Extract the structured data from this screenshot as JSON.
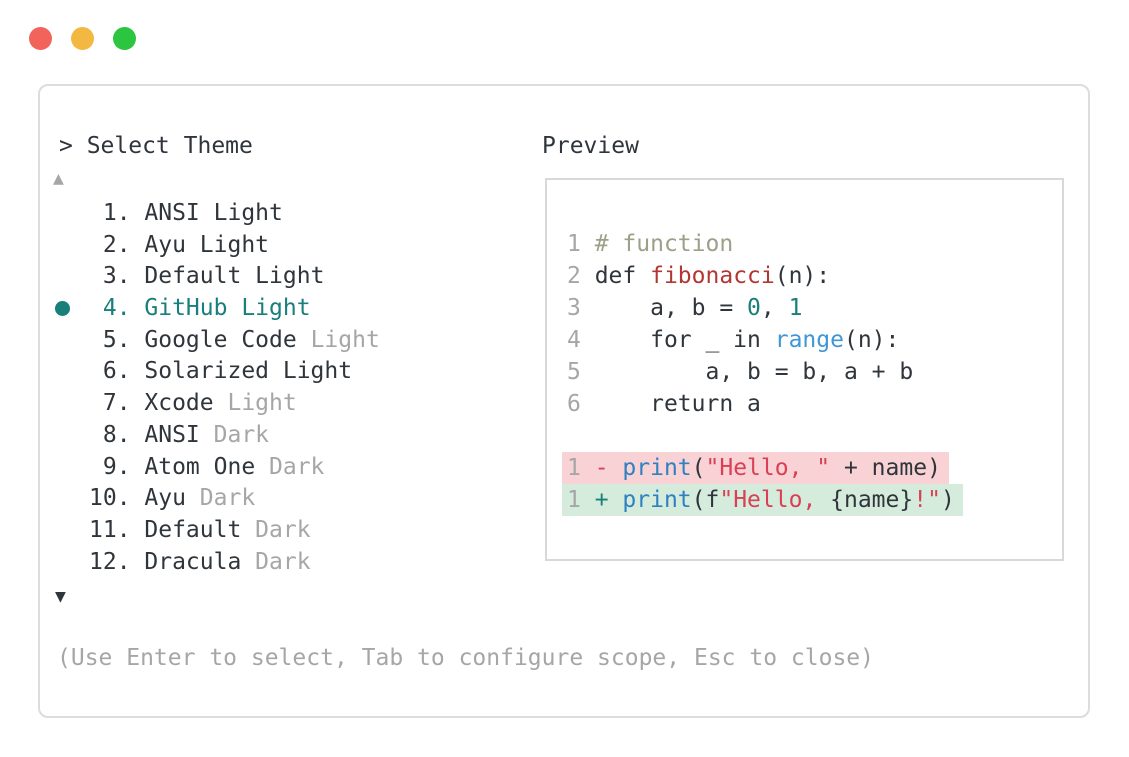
{
  "colors": {
    "traffic_red": "#f2635b",
    "traffic_yellow": "#f3b841",
    "traffic_green": "#2bc53f",
    "dark": "#2f353b",
    "gray": "#a6a6a6",
    "teal": "#187f7b",
    "comment": "#9ba189",
    "func": "#b23732",
    "string": "#d94056",
    "blue": "#2e80c2",
    "skyblue": "#4196d6",
    "pink_bg": "#f8d2d4",
    "green_bg": "#d5ecdc"
  },
  "picker": {
    "title": "> Select Theme",
    "scroll_up": "▲",
    "scroll_down": "▼",
    "help_text": "(Use Enter to select, Tab to configure scope, Esc to close)",
    "items": [
      {
        "num": " 1.",
        "name": "ANSI",
        "suffix": "Light",
        "suffix_color": "dark",
        "selected": false
      },
      {
        "num": " 2.",
        "name": "Ayu",
        "suffix": "Light",
        "suffix_color": "dark",
        "selected": false
      },
      {
        "num": " 3.",
        "name": "Default",
        "suffix": "Light",
        "suffix_color": "dark",
        "selected": false
      },
      {
        "num": " 4.",
        "name": "GitHub",
        "suffix": "Light",
        "suffix_color": "teal",
        "selected": true
      },
      {
        "num": " 5.",
        "name": "Google Code",
        "suffix": "Light",
        "suffix_color": "gray",
        "selected": false
      },
      {
        "num": " 6.",
        "name": "Solarized",
        "suffix": "Light",
        "suffix_color": "dark",
        "selected": false
      },
      {
        "num": " 7.",
        "name": "Xcode",
        "suffix": "Light",
        "suffix_color": "gray",
        "selected": false
      },
      {
        "num": " 8.",
        "name": "ANSI",
        "suffix": "Dark",
        "suffix_color": "gray",
        "selected": false
      },
      {
        "num": " 9.",
        "name": "Atom One",
        "suffix": "Dark",
        "suffix_color": "gray",
        "selected": false
      },
      {
        "num": "10.",
        "name": "Ayu",
        "suffix": "Dark",
        "suffix_color": "gray",
        "selected": false
      },
      {
        "num": "11.",
        "name": "Default",
        "suffix": "Dark",
        "suffix_color": "gray",
        "selected": false
      },
      {
        "num": "12.",
        "name": "Dracula",
        "suffix": "Dark",
        "suffix_color": "gray",
        "selected": false
      }
    ]
  },
  "preview": {
    "label": "Preview",
    "lines": [
      {
        "num": "1",
        "bg": null,
        "tokens": [
          [
            " # function",
            "comment"
          ]
        ]
      },
      {
        "num": "2",
        "bg": null,
        "tokens": [
          [
            " def ",
            "dark"
          ],
          [
            "fibonacci",
            "func"
          ],
          [
            "(n):",
            "dark"
          ]
        ]
      },
      {
        "num": "3",
        "bg": null,
        "tokens": [
          [
            "     a, b = ",
            "dark"
          ],
          [
            "0",
            "teal"
          ],
          [
            ", ",
            "dark"
          ],
          [
            "1",
            "teal"
          ]
        ]
      },
      {
        "num": "4",
        "bg": null,
        "tokens": [
          [
            "     for _ in ",
            "dark"
          ],
          [
            "range",
            "skyblue"
          ],
          [
            "(n):",
            "dark"
          ]
        ]
      },
      {
        "num": "5",
        "bg": null,
        "tokens": [
          [
            "         a, b = b, a + b",
            "dark"
          ]
        ]
      },
      {
        "num": "6",
        "bg": null,
        "tokens": [
          [
            "     return a",
            "dark"
          ]
        ]
      },
      {
        "num": "",
        "bg": null,
        "tokens": []
      },
      {
        "num": "1",
        "bg": "pink_bg",
        "tokens": [
          [
            " - ",
            "string"
          ],
          [
            "print",
            "blue"
          ],
          [
            "(",
            "dark"
          ],
          [
            "\"Hello, \"",
            "string"
          ],
          [
            " + name)",
            "dark"
          ]
        ]
      },
      {
        "num": "1",
        "bg": "green_bg",
        "tokens": [
          [
            " + ",
            "teal"
          ],
          [
            "print",
            "blue"
          ],
          [
            "(f",
            "dark"
          ],
          [
            "\"Hello, ",
            "string"
          ],
          [
            "{name}",
            "dark"
          ],
          [
            "!\"",
            "string"
          ],
          [
            ")",
            "dark"
          ]
        ]
      }
    ]
  }
}
